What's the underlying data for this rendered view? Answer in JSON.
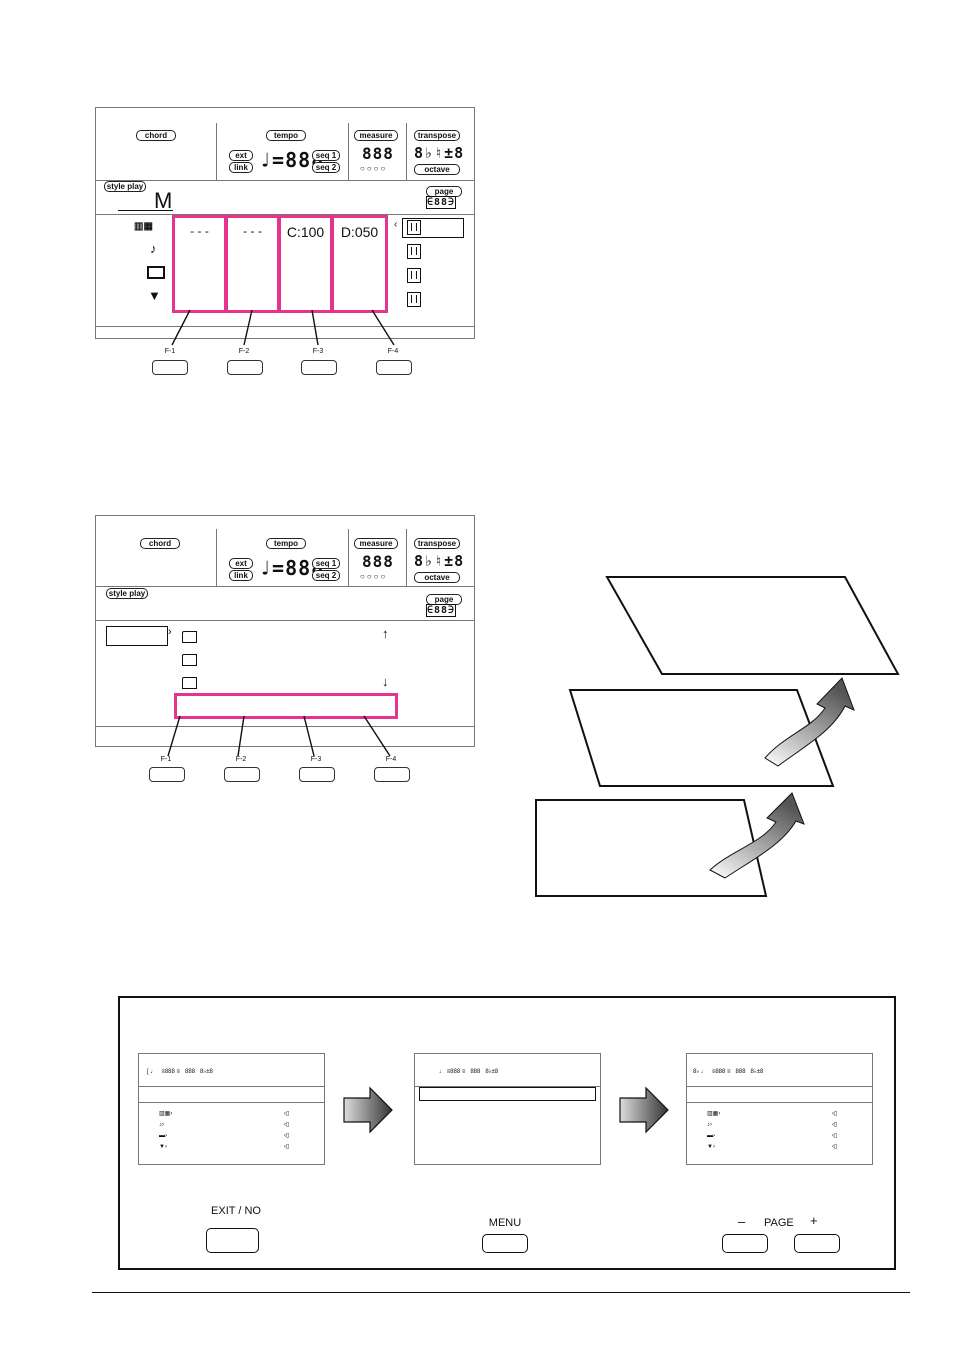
{
  "display1": {
    "chord_label": "chord",
    "tempo_label": "tempo",
    "measure_label": "measure",
    "transpose_label": "transpose",
    "octave_label": "octave",
    "ext_label": "ext",
    "link_label": "link",
    "seq1_label": "seq 1",
    "seq2_label": "seq 2",
    "page_label": "page",
    "style_play_label": "style play",
    "style_letter": "M",
    "cells": [
      "- - -",
      "- - -",
      "C:100",
      "D:050"
    ],
    "fkeys": [
      "F-1",
      "F-2",
      "F-3",
      "F-4"
    ]
  },
  "display2": {
    "chord_label": "chord",
    "tempo_label": "tempo",
    "measure_label": "measure",
    "transpose_label": "transpose",
    "octave_label": "octave",
    "ext_label": "ext",
    "link_label": "link",
    "seq1_label": "seq 1",
    "seq2_label": "seq 2",
    "page_label": "page",
    "style_play_label": "style play",
    "fkeys": [
      "F-1",
      "F-2",
      "F-3",
      "F-4"
    ]
  },
  "navigation": {
    "exit_label": "EXIT / NO",
    "menu_label": "MENU",
    "page_label": "PAGE",
    "page_minus": "–",
    "page_plus": "+"
  }
}
